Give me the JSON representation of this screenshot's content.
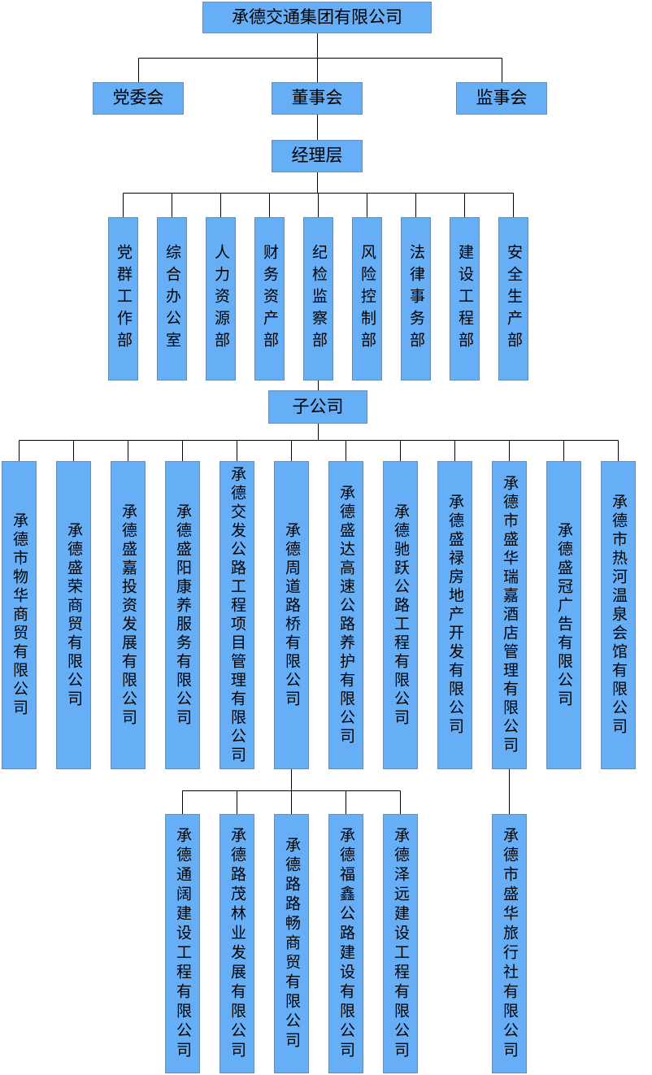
{
  "org": {
    "title": "承德交通集团有限公司",
    "committees": [
      "党委会",
      "董事会",
      "监事会"
    ],
    "management": "经理层",
    "departments": [
      "党群工作部",
      "综合办公室",
      "人力资源部",
      "财务资产部",
      "纪检监察部",
      "风险控制部",
      "法律事务部",
      "建设工程部",
      "安全生产部"
    ],
    "subsidiary_group_label": "子公司",
    "subsidiaries": [
      "承德市物华商贸有限公司",
      "承德盛荣商贸有限公司",
      "承德盛嘉投资发展有限公司",
      "承德盛阳康养服务有限公司",
      "承德交发公路工程项目管理有限公司",
      "承德周道路桥有限公司",
      "承德盛达高速公路养护有限公司",
      "承德驰跃公路工程有限公司",
      "承德盛禄房地产开发有限公司",
      "承德市盛华瑞嘉酒店管理有限公司",
      "承德盛冠广告有限公司",
      "承德市热河温泉会馆有限公司"
    ],
    "road_bridge_children": [
      "承德通阔建设工程有限公司",
      "承德路茂林业发展有限公司",
      "承德路路畅商贸有限公司",
      "承德福鑫公路建设有限公司",
      "承德泽远建设工程有限公司"
    ],
    "hotel_child": "承德市盛华旅行社有限公司"
  },
  "colors": {
    "box_fill": "#66aef5",
    "box_border": "#6b8eb8",
    "connector": "#000000"
  }
}
